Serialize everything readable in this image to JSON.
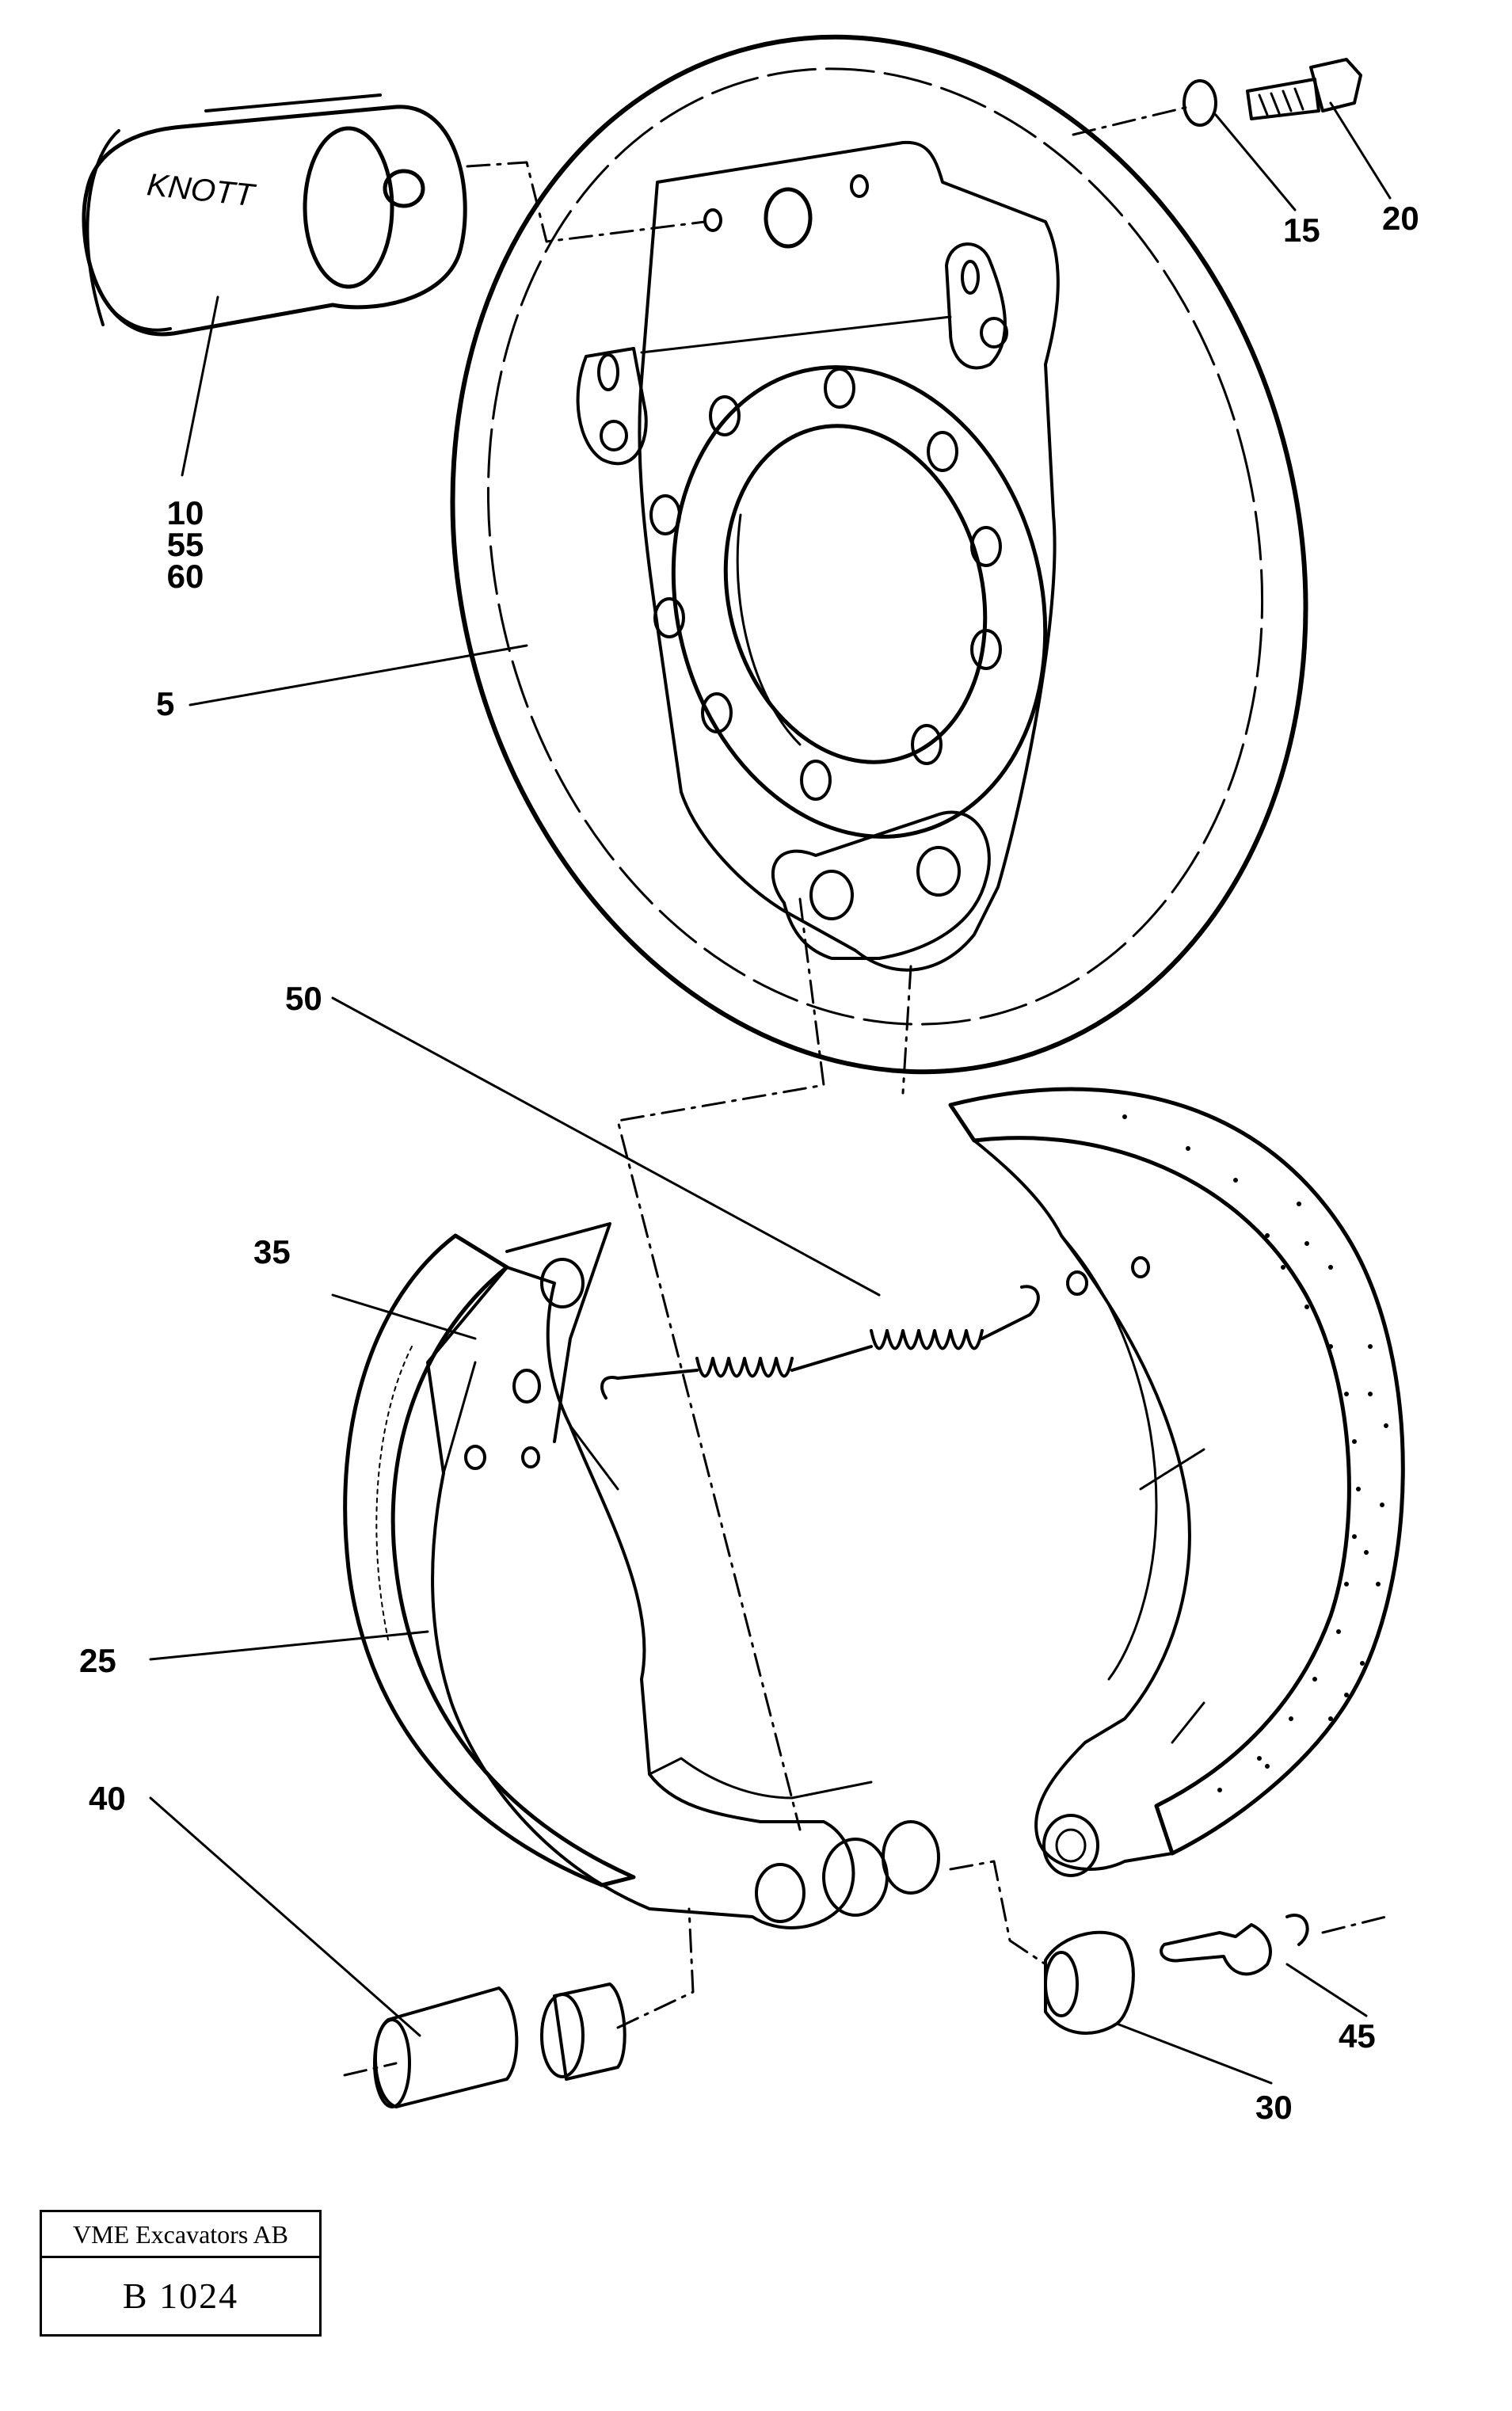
{
  "diagram": {
    "cylinder_marking": "KNOTT",
    "callouts": {
      "c5": "5",
      "c10_55_60": [
        "10",
        "55",
        "60"
      ],
      "c15": "15",
      "c20": "20",
      "c25": "25",
      "c30": "30",
      "c35": "35",
      "c40": "40",
      "c45": "45",
      "c50": "50"
    }
  },
  "title_block": {
    "company": "VME Excavators AB",
    "drawing_number": "B 1024"
  }
}
